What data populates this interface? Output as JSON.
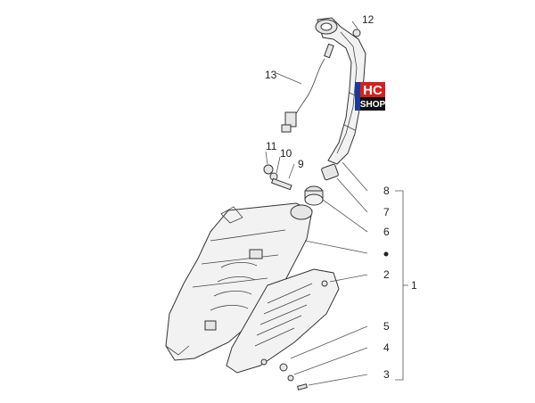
{
  "callouts": {
    "n1": "1",
    "n2": "2",
    "n3": "3",
    "n4": "4",
    "n5": "5",
    "n6": "6",
    "n7": "7",
    "n8": "8",
    "n9": "9",
    "n10": "10",
    "n11": "11",
    "n12": "12",
    "n13": "13"
  },
  "logo": {
    "line1": "HC",
    "line2": "SHOP",
    "colors": {
      "red": "#d81e1e",
      "blue": "#1a3a9a",
      "black": "#111111"
    }
  }
}
